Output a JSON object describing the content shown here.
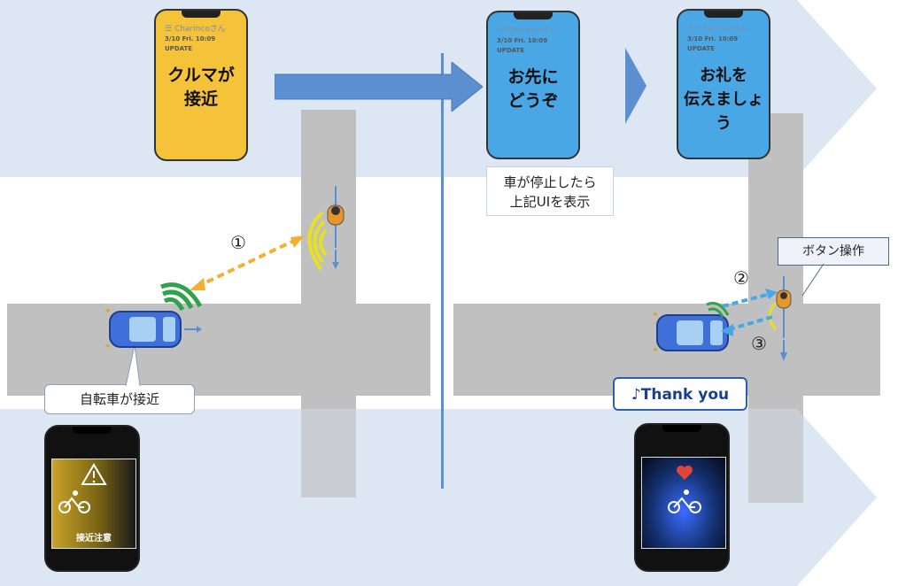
{
  "phones": {
    "p1": {
      "app_name": "Charincoさん",
      "status": "3/10 Fri.  10:09  UPDATE",
      "message": [
        "クルマが",
        "接近"
      ]
    },
    "p2": {
      "app_name": "Charincoさん",
      "status": "3/10 Fri.  10:09  UPDATE",
      "message": [
        "お先に",
        "どうぞ"
      ]
    },
    "p3": {
      "app_name": "Charincoさん",
      "status": "3/10 Fri.  10:09  UPDATE",
      "message": [
        "お礼を",
        "伝えましょう"
      ]
    },
    "warning_phone": {
      "text": "接近注意"
    }
  },
  "callouts": {
    "stop_note": [
      "車が停止したら",
      "上記UIを表示"
    ],
    "button_op": "ボタン操作",
    "bicycle_near": "自転車が接近",
    "thank_you": "♪Thank you"
  },
  "steps": {
    "one": "①",
    "two": "②",
    "three": "③"
  },
  "colors": {
    "band": "#dde6f3",
    "yellow_phone": "#f4c33a",
    "blue_phone": "#4aa7e6",
    "arrow_blue": "#5b8fd0",
    "road": "#c0c0c0"
  },
  "icons": [
    "warning-icon",
    "cyclist-icon",
    "heart-icon",
    "car-icon",
    "bicycle-icon",
    "signal-icon"
  ]
}
